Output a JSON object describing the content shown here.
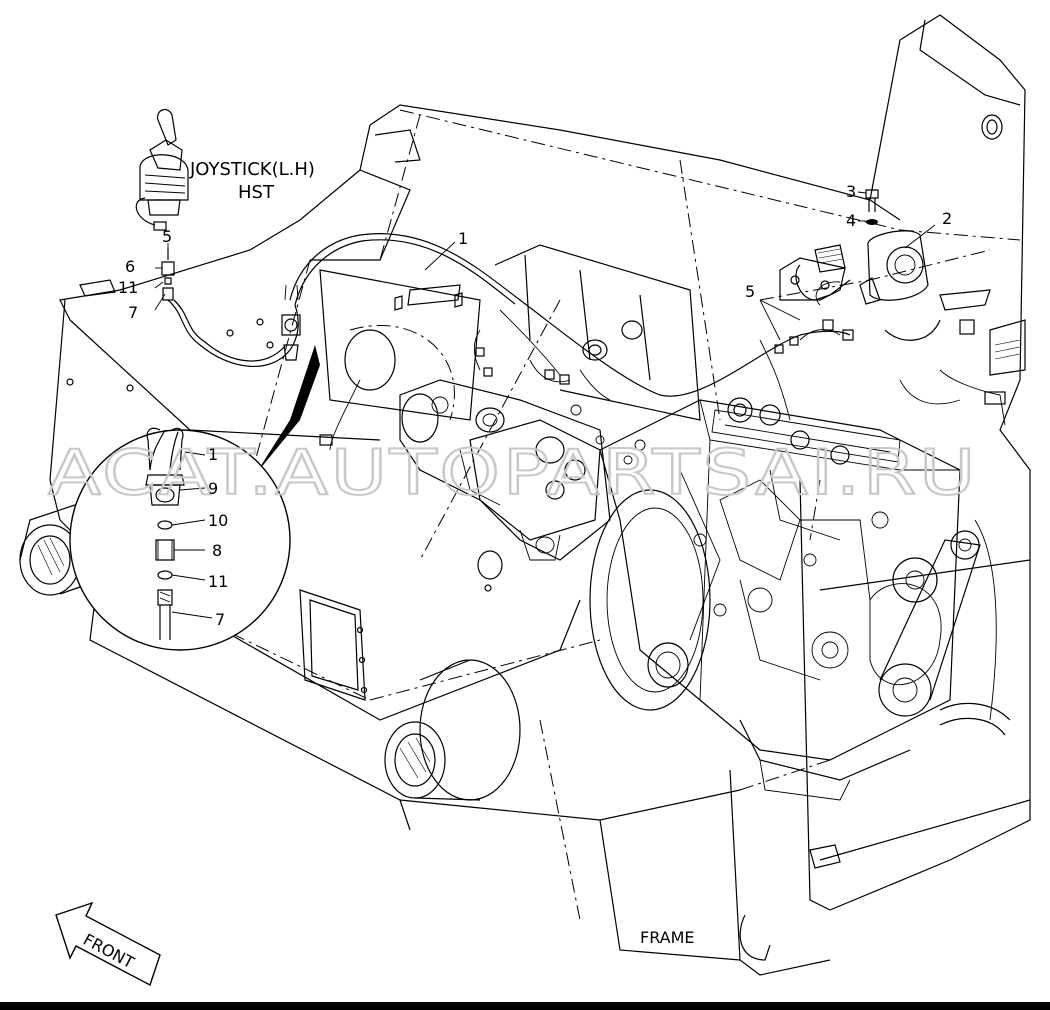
{
  "title": {
    "joystick": "JOYSTICK(L.H)",
    "hst": "HST",
    "frame": "FRAME",
    "front": "FRONT"
  },
  "callouts": {
    "c1": "1",
    "c2": "2",
    "c3": "3",
    "c4": "4",
    "c5_top": "5",
    "c5_right": "5",
    "c6": "6",
    "c11_top": "11",
    "c7_top": "7",
    "detail_1": "1",
    "detail_9": "9",
    "detail_10": "10",
    "detail_8": "8",
    "detail_11": "11",
    "detail_7": "7"
  },
  "watermark": "ACAT.AUTOPARTSAI.RU"
}
